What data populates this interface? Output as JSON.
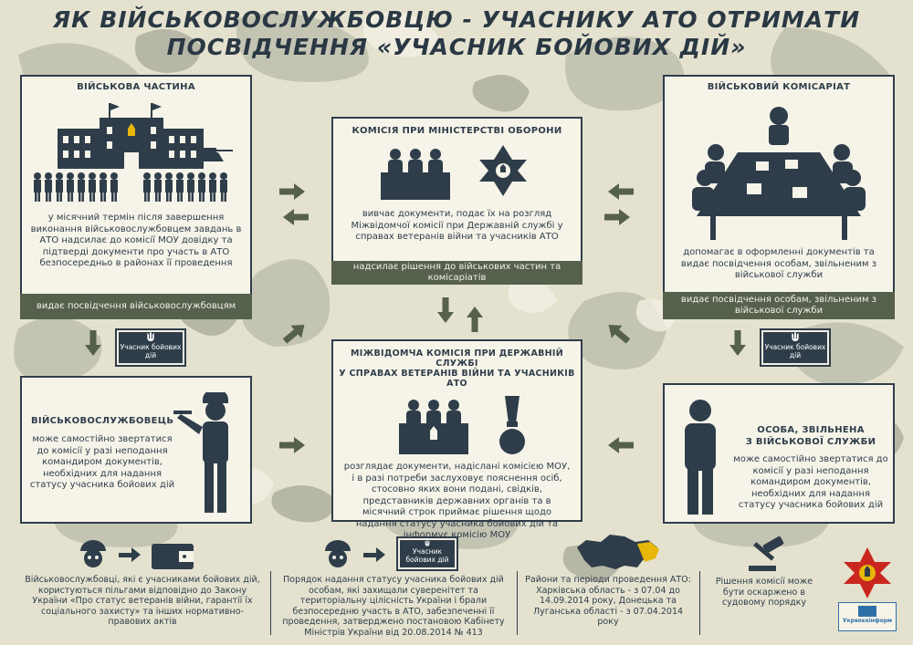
{
  "title": {
    "line1": "Як військовослужбовцю - учаснику АТО отримати",
    "line2": "посвідчення «учасник бойових дій»"
  },
  "unit": {
    "heading": "Військова частина",
    "text": "у місячний термін після завершення виконання військовослужбовцем завдань в АТО надсилає до комісії МОУ довідку та підтверді документи про участь в АТО безпосередньо в районах її проведення",
    "band": "видає посвідчення військовослужбовцям"
  },
  "ministry": {
    "heading": "Комісія при міністерстві оборони",
    "text": "вивчає документи, подає їх на розгляд Міжвідомчої комісії при Державній службі у справах ветеранів війни та учасників АТО",
    "band": "надсилає рішення до військових частин та комісаріатів"
  },
  "commissariat": {
    "heading": "Військовий комісаріат",
    "text": "допомагає в оформленні документів та видає посвідчення особам, звільненим з військової служби",
    "band": "видає посвідчення особам, звільненим з військової служби"
  },
  "interagency": {
    "heading_line1": "Міжвідомча комісія при Державній службі",
    "heading_line2": "у справах ветеранів війни та учасників АТО",
    "text": "розглядає документи, надіслані комісією МОУ, і в разі потреби заслуховує пояснення осіб, стосовно яких вони подані, свідків, представників державних органів та в місячний строк приймає рішення щодо надання статусу учасника бойових дій та інформує комісію МОУ"
  },
  "soldier": {
    "heading": "Військовослужбовець",
    "text": "може самостійно звертатися до комісії у разі неподання командиром документів, необхідних для надання статусу учасника бойових дій"
  },
  "discharged": {
    "heading_line1": "Особа, звільнена",
    "heading_line2": "з військової служби",
    "text": "може самостійно звертатися до комісії у разі неподання командиром документів, необхідних для надання статусу учасника бойових дій"
  },
  "certificate": {
    "label": "Учасник бойових дій"
  },
  "footer": {
    "item1": "Військовослужбовці, які є учасниками бойових дій, користуються пільгами відповідно до Закону України «Про статус ветеранів війни, гарантії їх соціального захисту» та інших нормативно-правових актів",
    "item2": "Порядок надання статусу учасника бойових дій особам, які захищали суверенітет та територіальну цілісність України і брали безпосередню участь в АТО, забезпеченні її проведення, затверджено постановою Кабінету Міністрів України від 20.08.2014 № 413",
    "item3": "Райони та періоди проведення АТО: Харківська область - з 07.04 до 14.09.2014 року, Донецька та Луганська області - з 07.04.2014 року",
    "item4": "Рішення комісії може бути оскаржено в судовому порядку",
    "logo_text": "Укрвоєнінформ"
  },
  "colors": {
    "navy": "#2f3d4a",
    "olive_band": "#55604d",
    "panel": "#f6f4e9",
    "accent_map": "#e8b70a"
  }
}
